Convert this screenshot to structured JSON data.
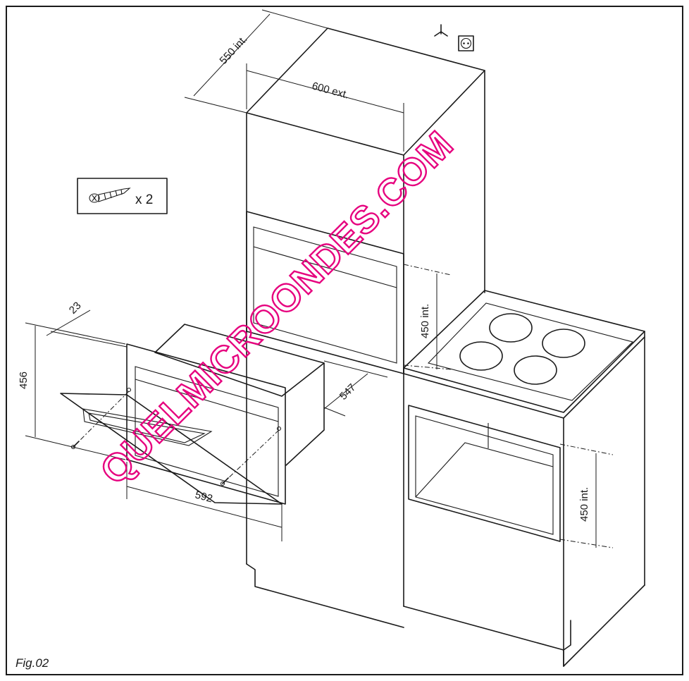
{
  "figure": {
    "caption": "Fig.02",
    "screw_quantity": "x 2",
    "watermark": "QUELMICROONDES.COM"
  },
  "dimensions": {
    "tall_cabinet_depth": "550 int.",
    "tall_cabinet_width": "600 ext.",
    "upper_niche_height": "450 int.",
    "lower_niche_height": "450 int.",
    "appliance_height": "456",
    "appliance_frame_depth": "23",
    "appliance_body_depth": "547",
    "appliance_width": "592"
  },
  "icons": {
    "earth": "earth-symbol-icon",
    "socket": "power-socket-icon",
    "screw": "screw-icon"
  },
  "colors": {
    "line": "#1a1a1a",
    "watermark": "#e6007e"
  }
}
